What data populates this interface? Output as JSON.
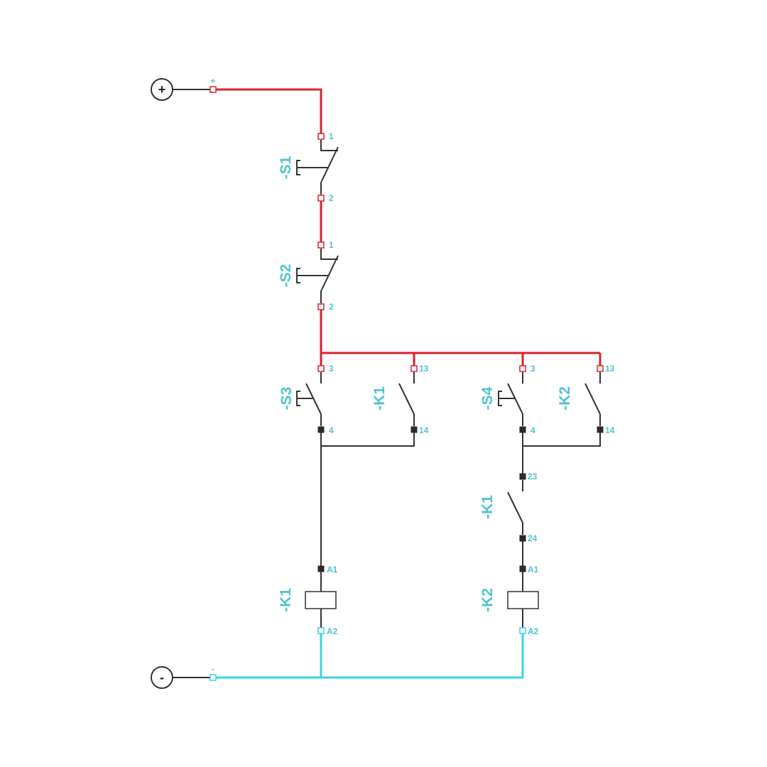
{
  "supply": {
    "positive": {
      "symbol": "+",
      "terminal": "+"
    },
    "negative": {
      "symbol": "-",
      "terminal": "-"
    }
  },
  "devices": {
    "s1": {
      "tag": "-S1",
      "pin_in": "1",
      "pin_out": "2"
    },
    "s2": {
      "tag": "-S2",
      "pin_in": "1",
      "pin_out": "2"
    },
    "s3": {
      "tag": "-S3",
      "pin_in": "3",
      "pin_out": "4"
    },
    "k1_hold": {
      "tag": "-K1",
      "pin_in": "13",
      "pin_out": "14"
    },
    "s4": {
      "tag": "-S4",
      "pin_in": "3",
      "pin_out": "4"
    },
    "k2_hold": {
      "tag": "-K2",
      "pin_in": "13",
      "pin_out": "14"
    },
    "k1_interlock": {
      "tag": "-K1",
      "pin_in": "23",
      "pin_out": "24"
    },
    "k1_coil": {
      "tag": "-K1",
      "pin_in": "A1",
      "pin_out": "A2"
    },
    "k2_coil": {
      "tag": "-K2",
      "pin_in": "A1",
      "pin_out": "A2"
    }
  },
  "colors": {
    "positive_wire": "#d9232d",
    "negative_wire": "#38d3e0",
    "control_wire": "#333333",
    "label": "#4fc3cf"
  }
}
